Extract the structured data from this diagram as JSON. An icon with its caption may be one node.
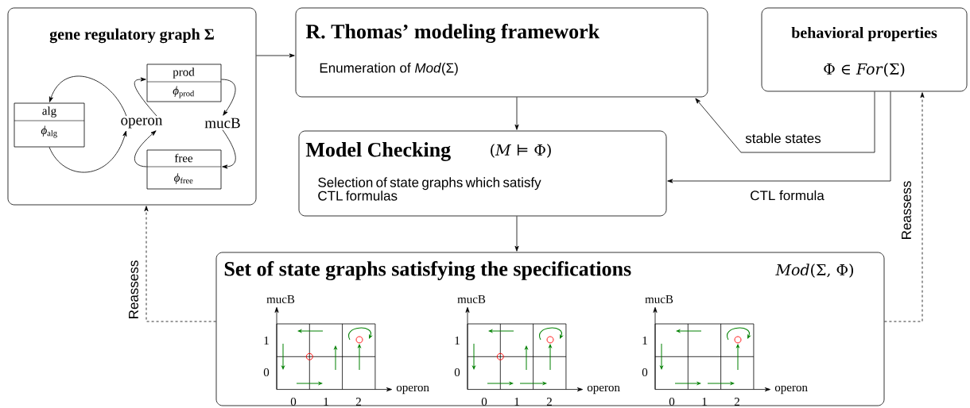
{
  "diagram": {
    "nodes": [
      {
        "text": [
          "gene regulatory graph Σ"
        ]
      },
      {
        "text": [
          "alg",
          "*ϕ*$_{alg}$"
        ],
        "in": 0
      },
      {
        "text": [
          "operon"
        ],
        "in": 0
      },
      {
        "text": [
          "prod",
          "*ϕ*$_{prod}$"
        ],
        "in": 0
      },
      {
        "text": [
          "mucB"
        ],
        "in": 0
      },
      {
        "text": [
          "free",
          "*ϕ*$_{free}$"
        ],
        "in": 0
      },
      {
        "text": [
          "R. Thomas’ modeling framework",
          "Enumeration of *Mod*(Σ)"
        ]
      },
      {
        "text": [
          "behavioral properties",
          "Φ ∈ *For*(Σ)"
        ]
      },
      {
        "text": [
          "Model Checking",
          "(*M* ⊨ Φ)",
          "Selection of state graphs which satisfy CTL formulas"
        ]
      },
      {
        "text": [
          "Set of state graphs satisfying the specifications",
          "*Mod*(Σ, Φ)"
        ]
      }
    ],
    "edges": [
      {
        "from": 2,
        "to": 1,
        "arrow": "to"
      },
      {
        "from": 1,
        "to": 2,
        "arrow": "to"
      },
      {
        "from": 2,
        "to": 3,
        "arrow": "to"
      },
      {
        "from": 3,
        "to": 4,
        "arrow": "to"
      },
      {
        "from": 4,
        "to": 5,
        "arrow": "to"
      },
      {
        "from": 5,
        "to": 2,
        "arrow": "to"
      },
      {
        "from": 0,
        "to": 6,
        "arrow": "to"
      },
      {
        "from": 6,
        "to": 8,
        "arrow": "to"
      },
      {
        "from": 8,
        "to": 9,
        "arrow": "to"
      },
      {
        "from": 7,
        "to": 6,
        "arrow": "to",
        "label": "stable states"
      },
      {
        "from": 7,
        "to": 8,
        "arrow": "to",
        "label": "CTL formula"
      },
      {
        "from": 9,
        "to": 0,
        "arrow": "to",
        "label": "Reassess",
        "style": "dashed"
      },
      {
        "from": 9,
        "to": 7,
        "arrow": "to",
        "label": "Reassess",
        "style": "dashed"
      }
    ],
    "labels": [
      "mucB",
      "1",
      "0",
      "0",
      "1",
      "2",
      "operon",
      "mucB",
      "1",
      "0",
      "0",
      "1",
      "2",
      "operon",
      "mucB",
      "1",
      "0",
      "0",
      "1",
      "2",
      "operon"
    ]
  }
}
